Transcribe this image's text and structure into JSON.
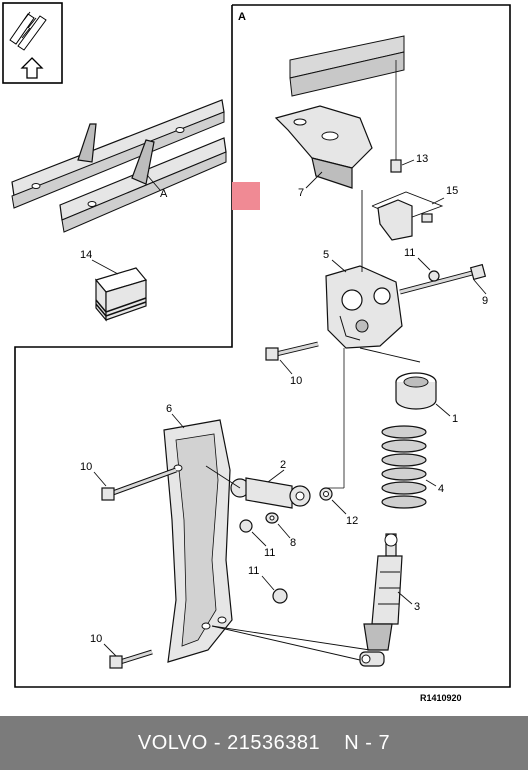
{
  "diagram": {
    "view_label": "A",
    "callout_label": "A",
    "reference_code": "R1410920",
    "accent_color": "#f08a94",
    "part_numbers": {
      "p1": "1",
      "p2": "2",
      "p3": "3",
      "p4": "4",
      "p5": "5",
      "p6": "6",
      "p7": "7",
      "p8": "8",
      "p9": "9",
      "p10a": "10",
      "p10b": "10",
      "p10c": "10",
      "p11a": "11",
      "p11b": "11",
      "p11c": "11",
      "p12": "12",
      "p13": "13",
      "p14": "14",
      "p15": "15"
    }
  },
  "footer": {
    "brand": "VOLVO",
    "separator": " - ",
    "part_number": "21536381",
    "page": "N - 7"
  }
}
